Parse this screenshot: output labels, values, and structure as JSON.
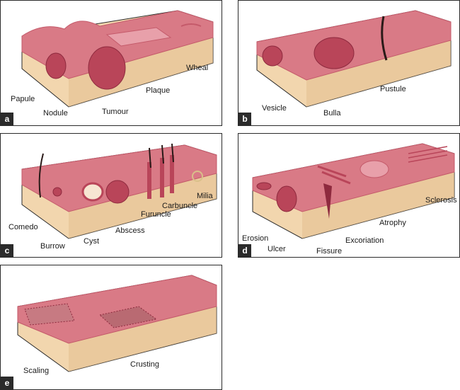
{
  "colors": {
    "skin_top": "#d97a86",
    "skin_rim": "#c45a6a",
    "tissue": "#f2d6ae",
    "tissue_dark": "#e3c08f",
    "lesion": "#b94559",
    "lesion_dark": "#8e2a3e",
    "hair": "#2a1a18",
    "outline": "#2b2b2b"
  },
  "panels": [
    {
      "letter": "a",
      "labels": [
        "Papule",
        "Nodule",
        "Tumour",
        "Plaque",
        "Wheal"
      ]
    },
    {
      "letter": "b",
      "labels": [
        "Vesicle",
        "Bulla",
        "Pustule"
      ]
    },
    {
      "letter": "c",
      "labels": [
        "Comedo",
        "Burrow",
        "Cyst",
        "Abscess",
        "Furuncle",
        "Carbuncle",
        "Milia"
      ]
    },
    {
      "letter": "d",
      "labels": [
        "Erosion",
        "Ulcer",
        "Fissure",
        "Excoriation",
        "Atrophy",
        "Sclerosis"
      ]
    },
    {
      "letter": "e",
      "labels": [
        "Scaling",
        "Crusting"
      ]
    }
  ]
}
